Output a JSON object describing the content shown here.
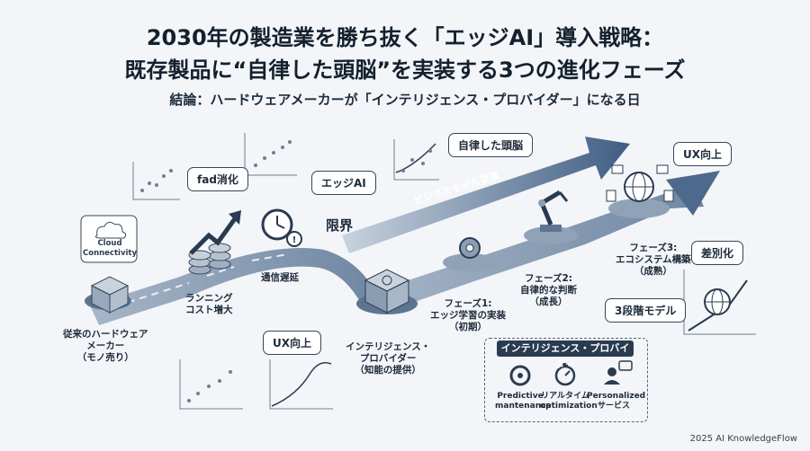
{
  "title_line1": "2030年の製造業を勝ち抜く「エッジAI」導入戦略：",
  "title_line2": "既存製品に“自律した頭脳”を実装する3つの進化フェーズ",
  "subtitle": "結論：ハードウェアメーカーが「インテリジェンス・プロバイダー」になる日",
  "labels": {
    "cloud": "Cloud\nConnectivity",
    "legacy": "従来のハードウェア\nメーカー\n（モノ売り）",
    "running_cost": "ランニング\nコスト増大",
    "comm_delay": "通信遅延",
    "limit": "限界",
    "intel_provider": "インテリジェンス・\nプロバイダー\n（知能の提供）",
    "phase1": "フェーズ1:\nエッジ学習の実装\n（初期）",
    "phase2": "フェーズ2:\n自律的な判断\n（成長）",
    "phase3": "フェーズ3:\nエコシステム構築\n（成熟）",
    "business_reform": "ビジネスモデル変革"
  },
  "bubbles": {
    "waste": "fad消化",
    "edge_ai": "エッジAI",
    "ux_up_lower": "UX向上",
    "autonomous_brain": "自律した頭脳",
    "ux_up_upper": "UX向上",
    "differentiation": "差別化",
    "three_stage": "3段階モデル"
  },
  "provider_box": {
    "heading": "インテリジェンス・プロバイダー",
    "items": [
      {
        "label": "Predictive\nmantenance",
        "icon": "gear-wrench-icon"
      },
      {
        "label": "リアルタイム\noptimization",
        "icon": "stopwatch-icon"
      },
      {
        "label": "Personalized\nサービス",
        "icon": "person-chat-icon"
      }
    ]
  },
  "credit": "2025 AI KnowledgeFlow",
  "colors": {
    "road": "#7d92ab",
    "arrow": "#4d6a8c",
    "dark": "#2a3b50",
    "bg": "#f3f5f8"
  }
}
